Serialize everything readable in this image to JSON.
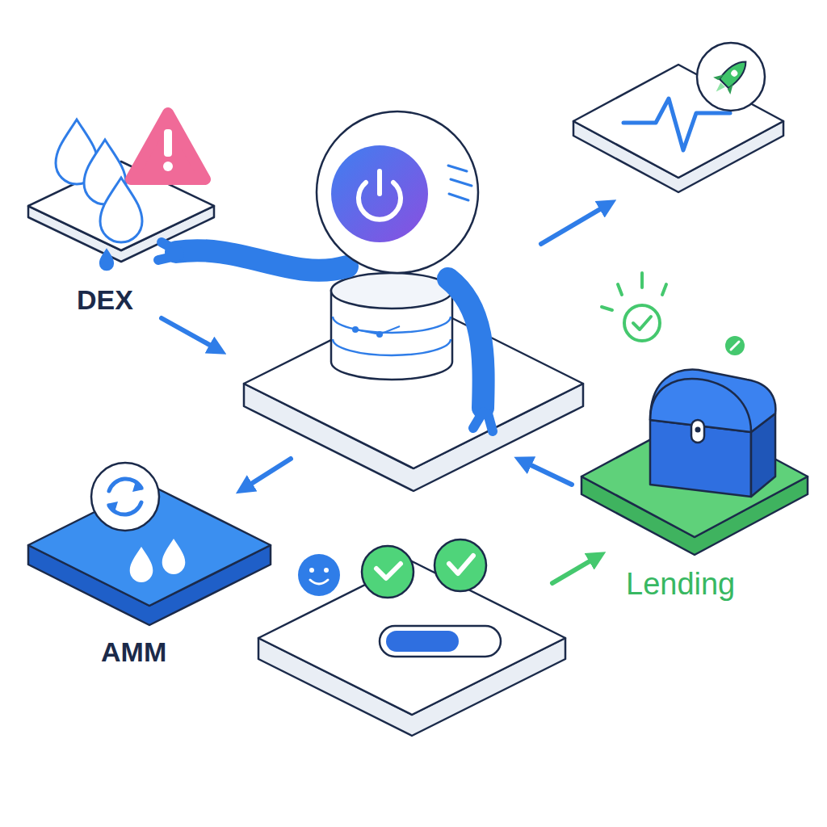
{
  "diagram": {
    "labels": [
      "DEX",
      "AMM",
      "Lending"
    ]
  }
}
